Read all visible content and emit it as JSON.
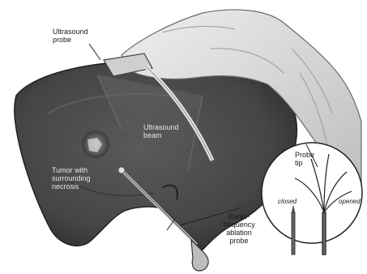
{
  "labels": {
    "ultrasound_probe": [
      "Ultrasound",
      "probe"
    ],
    "ultrasound_beam": [
      "Ultrasound",
      "beam"
    ],
    "tumor": [
      "Tumor with",
      "surrounding",
      "necrosis"
    ],
    "rf_probe": [
      "Radio-",
      "frequency",
      "ablation",
      "probe"
    ],
    "probe_tip": [
      "Probe",
      "tip"
    ],
    "closed": "closed",
    "opened": "opened"
  },
  "colors": {
    "liver": "#4a4a4a",
    "liver_dark": "#2e2e2e",
    "hand": "#d9d9d9",
    "background": "#ffffff"
  }
}
